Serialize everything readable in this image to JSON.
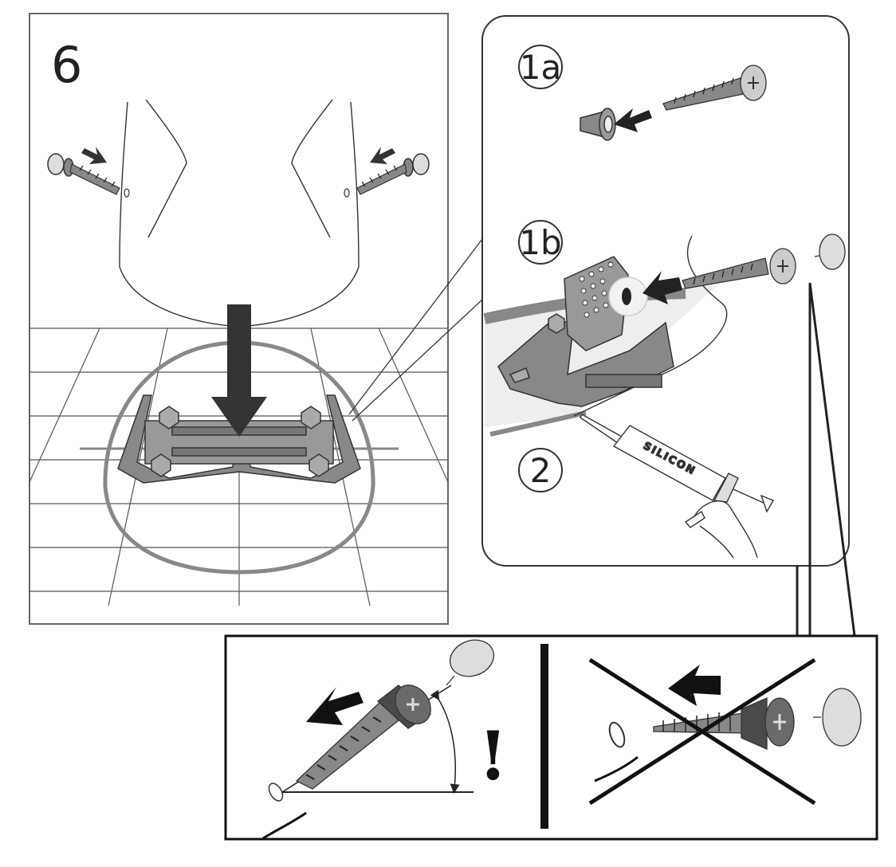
{
  "step": {
    "number": "6"
  },
  "detail": {
    "label_1a": "1a",
    "label_1b": "1b",
    "label_2": "2",
    "tube_text": "SILICON"
  },
  "warning": {
    "mark": "!"
  },
  "colors": {
    "line": "#222222",
    "part_gray": "#8a8a8a",
    "dark_gray": "#4a4a4a",
    "outline_gray": "#777777",
    "floor_line": "#555555"
  },
  "icons": [
    "screw-icon",
    "cap-icon",
    "arrow-icon",
    "mounting-bracket-icon",
    "silicone-gun-icon",
    "cross-out-icon"
  ]
}
